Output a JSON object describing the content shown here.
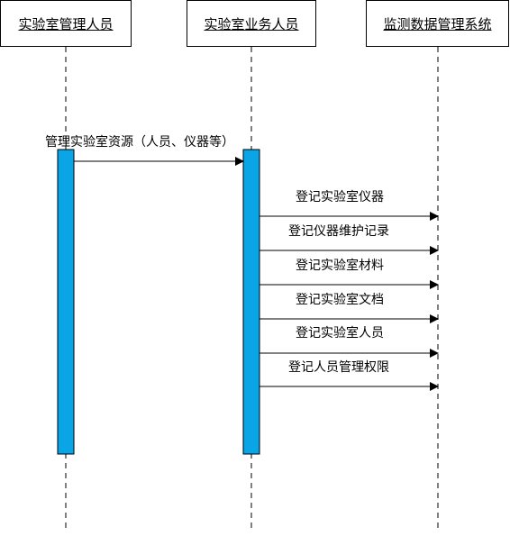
{
  "diagram": {
    "colors": {
      "activation_fill": "#0aa5e6",
      "activation_stroke": "#000000",
      "line": "#000000"
    },
    "actors": [
      {
        "label": "实验室管理人员"
      },
      {
        "label": "实验室业务人员"
      },
      {
        "label": "监测数据管理系统"
      }
    ],
    "messages": [
      {
        "from": 0,
        "to": 1,
        "label": "管理实验室资源（人员、仪器等）"
      },
      {
        "from": 1,
        "to": 2,
        "label": "登记实验室仪器"
      },
      {
        "from": 1,
        "to": 2,
        "label": "登记仪器维护记录"
      },
      {
        "from": 1,
        "to": 2,
        "label": "登记实验室材料"
      },
      {
        "from": 1,
        "to": 2,
        "label": "登记实验室文档"
      },
      {
        "from": 1,
        "to": 2,
        "label": "登记实验室人员"
      },
      {
        "from": 1,
        "to": 2,
        "label": "登记人员管理权限"
      }
    ]
  }
}
